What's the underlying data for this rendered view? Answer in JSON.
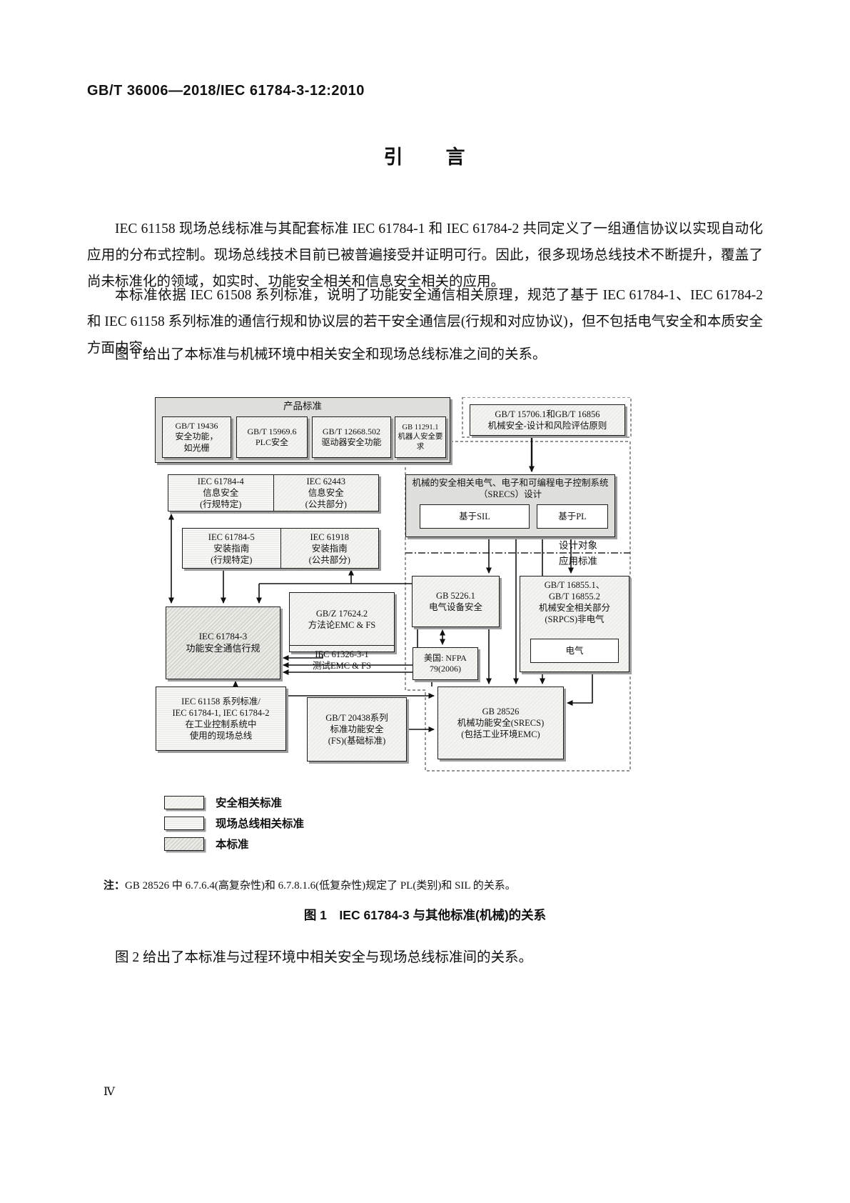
{
  "page": {
    "header": "GB/T 36006—2018/IEC 61784-3-12:2010",
    "title": "引　　言",
    "page_number": "Ⅳ"
  },
  "paragraphs": {
    "p1": "IEC 61158 现场总线标准与其配套标准 IEC 61784-1 和 IEC 61784-2 共同定义了一组通信协议以实现自动化应用的分布式控制。现场总线技术目前已被普遍接受并证明可行。因此，很多现场总线技术不断提升，覆盖了尚未标准化的领域，如实时、功能安全相关和信息安全相关的应用。",
    "p2": "本标准依据 IEC 61508 系列标准，说明了功能安全通信相关原理，规范了基于 IEC 61784-1、IEC 61784-2 和 IEC 61158 系列标准的通信行规和协议层的若干安全通信层(行规和对应协议)，但不包括电气安全和本质安全方面内容。",
    "p3": "图 1 给出了本标准与机械环境中相关安全和现场总线标准之间的关系。",
    "p4": "图 2 给出了本标准与过程环境中相关安全与现场总线标准间的关系。"
  },
  "figure": {
    "caption": "图 1　IEC 61784-3 与其他标准(机械)的关系",
    "note_prefix": "注：",
    "note_text": "GB 28526 中 6.7.6.4(高复杂性)和 6.7.8.1.6(低复杂性)规定了 PL(类别)和 SIL 的关系。",
    "zones": {
      "design_object": "设计对象",
      "application_std": "应用标准"
    },
    "boxes": {
      "product_group_title": "产品标准",
      "product_1": "GB/T 19436\n安全功能，\n如光栅",
      "product_2": "GB/T 15969.6\nPLC安全",
      "product_3": "GB/T 12668.502\n驱动器安全功能",
      "product_4": "GB 11291.1\n机器人安全要求",
      "infosec_profile": "IEC 61784-4\n信息安全\n(行规特定)",
      "infosec_common": "IEC 62443\n信息安全\n(公共部分)",
      "install_profile": "IEC 61784-5\n安装指南\n(行规特定)",
      "install_common": "IEC 61918\n安装指南\n(公共部分)",
      "emc_method": "GB/Z 17624.2\n方法论EMC & FS",
      "emc_test": "IEC 61326-3-1\n测试EMC & FS",
      "iec61784_3": "IEC 61784-3\n功能安全通信行规",
      "iec61158": "IEC 61158 系列标准/\nIEC 61784-1, IEC 61784-2\n在工业控制系统中\n使用的现场总线",
      "gbt20438": "GB/T 20438系列\n标准功能安全\n(FS)(基础标准)",
      "gbt15706": "GB/T 15706.1和GB/T 16856\n机械安全-设计和风险评估原则",
      "srecs_title": "机械的安全相关电气、电子和可编程电子控制系统\n（SRECS）设计",
      "based_sil": "基于SIL",
      "based_pl": "基于PL",
      "gb5226": "GB 5226.1\n电气设备安全",
      "nfpa": "美国: NFPA\n79(2006)",
      "gbt16855": "GB/T 16855.1、\nGB/T 16855.2\n机械安全相关部分\n(SRPCS)非电气",
      "electrical": "电气",
      "gb28526": "GB 28526\n机械功能安全(SRECS)\n(包括工业环境EMC)"
    },
    "legend": [
      {
        "label": "安全相关标准"
      },
      {
        "label": "现场总线相关标准"
      },
      {
        "label": "本标准"
      }
    ]
  }
}
